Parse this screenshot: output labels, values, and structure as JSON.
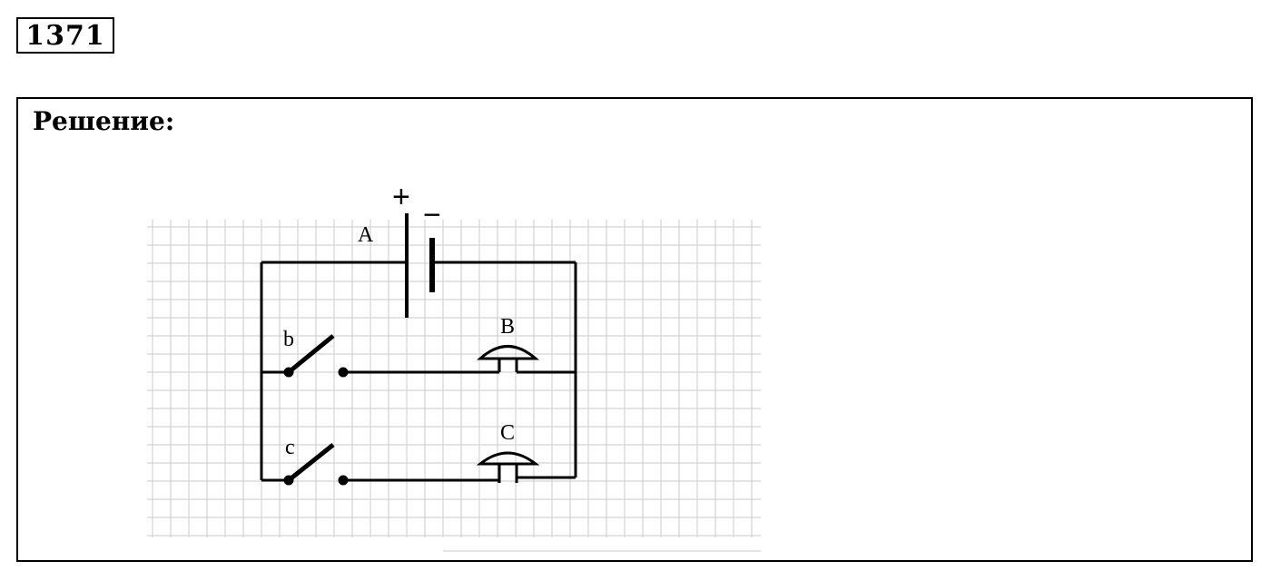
{
  "problem": {
    "number": "1371"
  },
  "solution": {
    "title": "Решение:"
  },
  "diagram": {
    "labels": {
      "plus": "+",
      "minus": "−",
      "battery": "A",
      "switch_b": "b",
      "switch_c": "c",
      "bell_b": "B",
      "bell_c": "C"
    },
    "colors": {
      "wire": "#000000",
      "grid": "#c8c8c8"
    }
  }
}
